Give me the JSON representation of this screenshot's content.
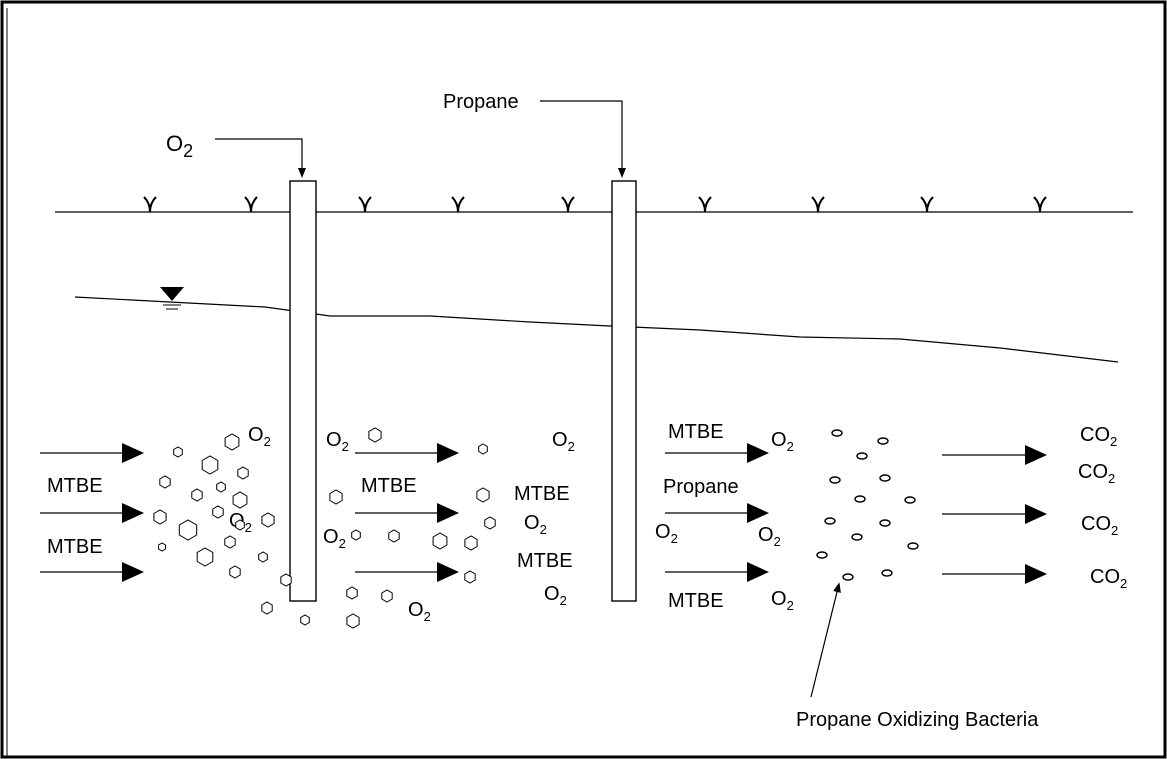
{
  "injection_labels": {
    "oxygen": "O",
    "oxygen_sub": "2",
    "propane": "Propane"
  },
  "flow_labels": {
    "mtbe": "MTBE",
    "propane": "Propane",
    "o": "O",
    "co": "CO",
    "sub2": "2"
  },
  "callout": "Propane Oxidizing Bacteria",
  "colors": {
    "line": "#000000",
    "background": "#ffffff"
  }
}
